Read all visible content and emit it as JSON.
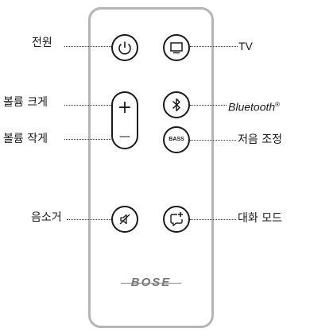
{
  "labels": {
    "power": "전원",
    "tv": "TV",
    "volume_up": "볼륨 크게",
    "bluetooth": "Bluetooth",
    "bluetooth_mark": "®",
    "volume_down": "볼륨 작게",
    "bass": "저음 조정",
    "mute": "음소거",
    "dialogue_mode": "대화 모드"
  },
  "buttons": {
    "volume_up_symbol": "+",
    "volume_down_symbol": "—",
    "bass_text": "BASS"
  },
  "icons": {
    "power": "power-icon",
    "tv": "tv-icon",
    "bluetooth": "bluetooth-icon",
    "mute": "mute-icon",
    "dialogue": "dialogue-mode-icon"
  },
  "brand": {
    "logo": "BOSE"
  }
}
